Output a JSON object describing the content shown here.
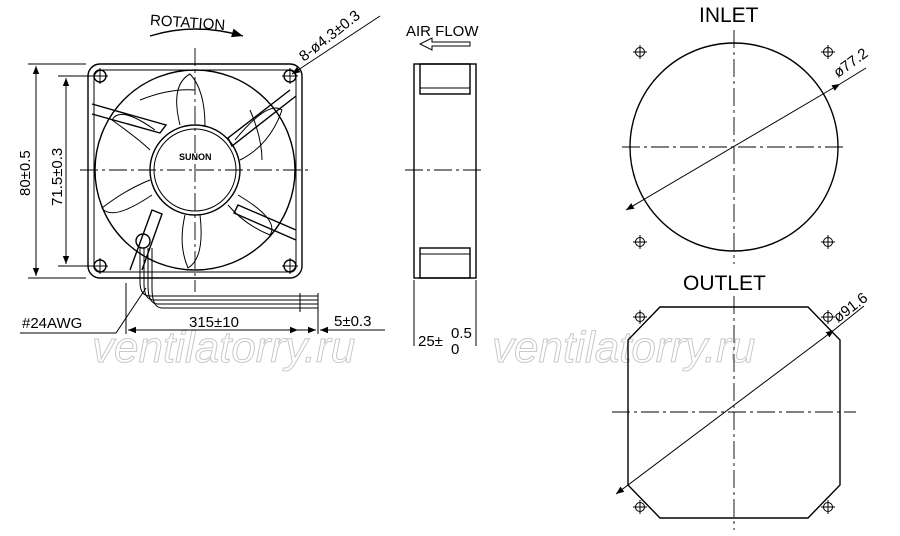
{
  "front_view": {
    "rotation_label": "ROTATION",
    "hole_spec": "8-ø4.3±0.3",
    "brand": "SUNON",
    "dim_outer": "80±0.5",
    "dim_hole_pitch": "71.5±0.3",
    "wire_gauge": "#24AWG",
    "lead_length": "315±10",
    "strip_length": "5±0.3"
  },
  "side_view": {
    "airflow_label": "AIR FLOW",
    "depth_base": "25±",
    "depth_upper": "0.5",
    "depth_lower": "0"
  },
  "inlet": {
    "title": "INLET",
    "diameter": "ø77.2"
  },
  "outlet": {
    "title": "OUTLET",
    "diameter": "ø91.6"
  },
  "watermark": {
    "left": "ventilatorry.ru",
    "right": "ventilatorry.ru"
  }
}
